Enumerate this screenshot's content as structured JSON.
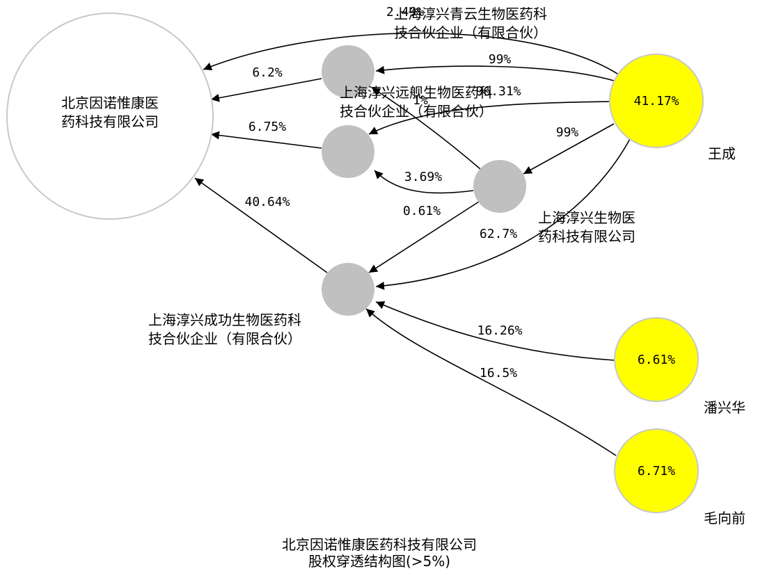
{
  "colors": {
    "root_fill": "#ffffff",
    "root_stroke": "#c8c8c8",
    "intermediate_fill": "#c0c0c0",
    "person_fill": "#ffff00",
    "person_stroke": "#c8c8c8",
    "edge": "#000000"
  },
  "diagram": {
    "title_lines": [
      "北京因诺惟康医药科技有限公司",
      "股权穿透结构图(>5%)"
    ],
    "nodes": [
      {
        "id": "root",
        "kind": "root",
        "label_lines": [
          "北京因诺惟康医",
          "药科技有限公司"
        ],
        "value": ""
      },
      {
        "id": "qingyun",
        "kind": "intermediate",
        "label_lines": [
          "上海淳兴青云生物医药科",
          "技合伙企业（有限合伙）"
        ],
        "value": ""
      },
      {
        "id": "yuanfan",
        "kind": "intermediate",
        "label_lines": [
          "上海淳兴远舰生物医药科",
          "技合伙企业（有限合伙）"
        ],
        "value": ""
      },
      {
        "id": "chunxing",
        "kind": "intermediate",
        "label_lines": [
          "上海淳兴生物医",
          "药科技有限公司"
        ],
        "value": ""
      },
      {
        "id": "chenggong",
        "kind": "intermediate",
        "label_lines": [
          "上海淳兴成功生物医药科",
          "技合伙企业（有限合伙）"
        ],
        "value": ""
      },
      {
        "id": "wangcheng",
        "kind": "person",
        "label_lines": [
          "王成"
        ],
        "value": "41.17%"
      },
      {
        "id": "panxinghua",
        "kind": "person",
        "label_lines": [
          "潘兴华"
        ],
        "value": "6.61%"
      },
      {
        "id": "maoxiangqian",
        "kind": "person",
        "label_lines": [
          "毛向前"
        ],
        "value": "6.71%"
      }
    ],
    "edges": [
      {
        "from": "wangcheng",
        "to": "root",
        "label": "2.49%"
      },
      {
        "from": "qingyun",
        "to": "root",
        "label": "6.2%"
      },
      {
        "from": "yuanfan",
        "to": "root",
        "label": "6.75%"
      },
      {
        "from": "chenggong",
        "to": "root",
        "label": "40.64%"
      },
      {
        "from": "wangcheng",
        "to": "qingyun",
        "label": "99%"
      },
      {
        "from": "wangcheng",
        "to": "yuanfan",
        "label": "96.31%"
      },
      {
        "from": "wangcheng",
        "to": "chunxing",
        "label": "99%"
      },
      {
        "from": "chunxing",
        "to": "qingyun",
        "label": "1%"
      },
      {
        "from": "chunxing",
        "to": "yuanfan",
        "label": "3.69%"
      },
      {
        "from": "chunxing",
        "to": "chenggong",
        "label": "0.61%"
      },
      {
        "from": "wangcheng",
        "to": "chenggong",
        "label": "62.7%"
      },
      {
        "from": "panxinghua",
        "to": "chenggong",
        "label": "16.26%"
      },
      {
        "from": "maoxiangqian",
        "to": "chenggong",
        "label": "16.5%"
      }
    ]
  }
}
